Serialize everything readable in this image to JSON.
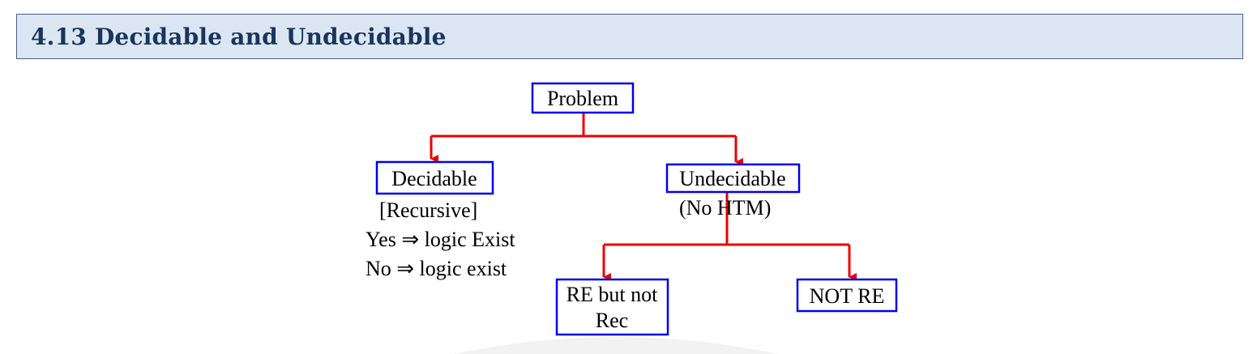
{
  "header": {
    "title": "4.13 Decidable and Undecidable"
  },
  "diagram": {
    "nodes": {
      "problem": "Problem",
      "decidable": "Decidable",
      "undecidable": "Undecidable",
      "re_but_not_rec": [
        "RE but not",
        "Rec"
      ],
      "not_re": "NOT RE"
    },
    "notes": {
      "decidable": [
        "[Recursive]",
        "Yes ⇒ logic Exist",
        "No ⇒ logic exist"
      ],
      "undecidable": "(No HTM)"
    },
    "colors": {
      "box_border": "#0000ee",
      "arrow": "#ee0000",
      "heading_background": "#dce6f2",
      "heading_text": "#17365d"
    }
  }
}
